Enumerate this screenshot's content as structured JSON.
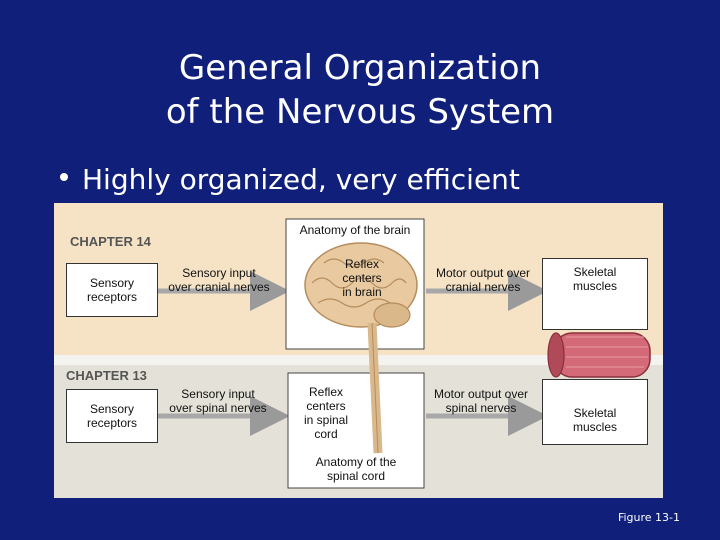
{
  "slide": {
    "title_line1": "General Organization",
    "title_line2": "of the Nervous System",
    "bullet": "Highly organized, very efficient",
    "figure_caption": "Figure 13-1"
  },
  "diagram": {
    "chapter_top": "CHAPTER 14",
    "chapter_bottom": "CHAPTER 13",
    "sensory_receptors_top": [
      "Sensory",
      "receptors"
    ],
    "sensory_input_top": [
      "Sensory input",
      "over cranial nerves"
    ],
    "anatomy_brain": "Anatomy of the brain",
    "reflex_brain": [
      "Reflex",
      "centers",
      "in brain"
    ],
    "motor_output_top": [
      "Motor output over",
      "cranial nerves"
    ],
    "skeletal_top": [
      "Skeletal",
      "muscles"
    ],
    "sensory_receptors_bottom": [
      "Sensory",
      "receptors"
    ],
    "sensory_input_bottom": [
      "Sensory input",
      "over spinal nerves"
    ],
    "reflex_spinal": [
      "Reflex",
      "centers",
      "in spinal",
      "cord"
    ],
    "motor_output_bottom": [
      "Motor output over",
      "spinal nerves"
    ],
    "skeletal_bottom": [
      "Skeletal",
      "muscles"
    ],
    "anatomy_spinal": [
      "Anatomy of the",
      "spinal cord"
    ],
    "colors": {
      "brain": "#e8c9a0",
      "muscle": "#d46a78",
      "arrow": "#9a9a9a",
      "background": "#0f1f7a"
    }
  }
}
